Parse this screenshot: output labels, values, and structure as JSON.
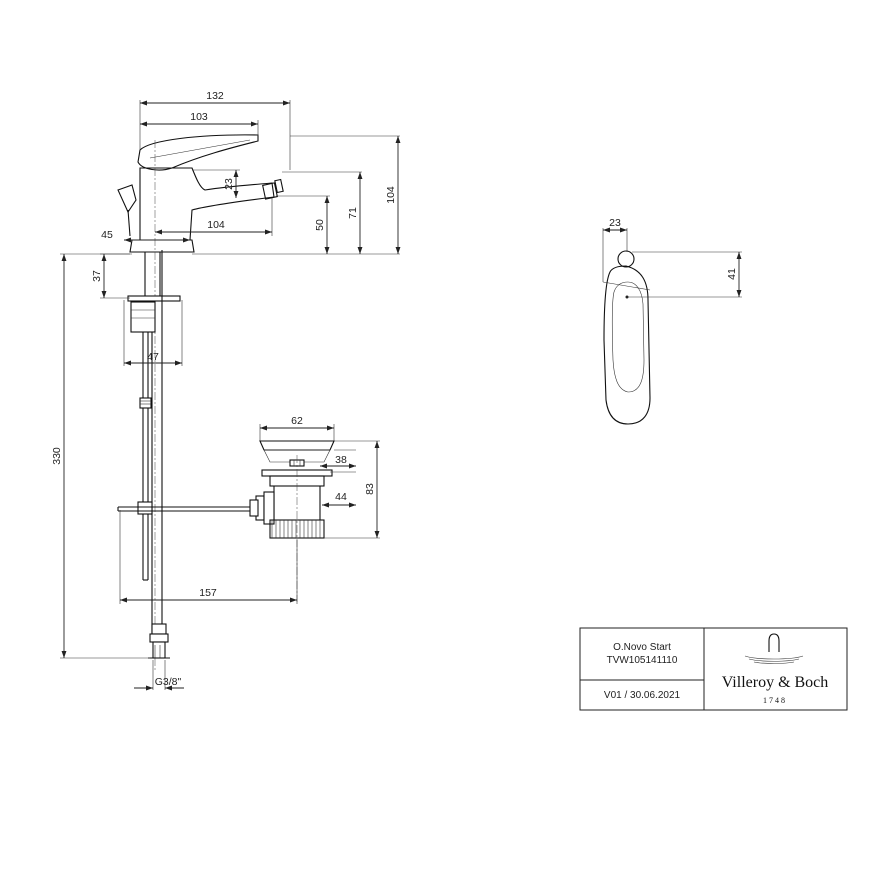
{
  "dimensions": {
    "d132": "132",
    "d103": "103",
    "d23a": "23",
    "d104a": "104",
    "d104b": "104",
    "d71": "71",
    "d50": "50",
    "d45": "45",
    "d37": "37",
    "d47": "47",
    "d330": "330",
    "d157": "157",
    "d62": "62",
    "d38": "38",
    "d44": "44",
    "d83": "83",
    "d23b": "23",
    "d41": "41",
    "thread": "G3/8\""
  },
  "title_block": {
    "product_name": "O.Novo Start",
    "product_code": "TVW105141110",
    "version": "V01 / 30.06.2021",
    "brand": "Villeroy & Boch",
    "year": "1748"
  }
}
